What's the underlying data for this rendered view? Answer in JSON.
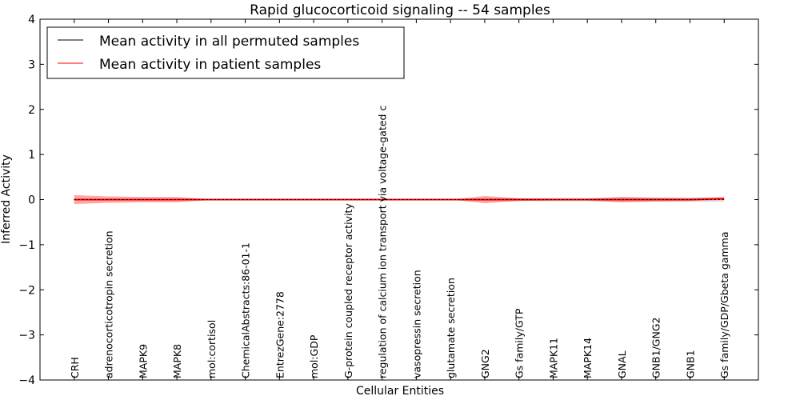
{
  "chart_data": {
    "type": "line",
    "title": "Rapid glucocorticoid signaling -- 54 samples",
    "xlabel": "Cellular Entities",
    "ylabel": "Inferred Activity",
    "ylim": [
      -4,
      4
    ],
    "xlim": [
      -1,
      20
    ],
    "yticks": [
      "−4",
      "−3",
      "−2",
      "−1",
      "0",
      "1",
      "2",
      "3",
      "4"
    ],
    "ytick_values": [
      -4,
      -3,
      -2,
      -1,
      0,
      1,
      2,
      3,
      4
    ],
    "grid": false,
    "legend_position": "top-left",
    "categories": [
      "CRH",
      "adrenocorticotropin secretion",
      "MAPK9",
      "MAPK8",
      "mol:cortisol",
      "ChemicalAbstracts:86-01-1",
      "EntrezGene:2778",
      "mol:GDP",
      "G-protein coupled receptor activity",
      "regulation of calcium ion transport via voltage-gated c",
      "vasopressin secretion",
      "glutamate secretion",
      "GNG2",
      "Gs family/GTP",
      "MAPK11",
      "MAPK14",
      "GNAL",
      "GNB1/GNG2",
      "GNB1",
      "Gs family/GDP/Gbeta gamma"
    ],
    "series": [
      {
        "name": "Mean activity in all permuted samples",
        "color": "#000000",
        "values": [
          0,
          0,
          0,
          0,
          0,
          0,
          0,
          0,
          0,
          0,
          0,
          0,
          0,
          0,
          0,
          0,
          0,
          0,
          0,
          0
        ],
        "spread": [
          0,
          0,
          0,
          0,
          0,
          0,
          0,
          0,
          0,
          0,
          0,
          0.01,
          0.03,
          0.03,
          0.04,
          0.04,
          0.05,
          0.05,
          0.05,
          0.05
        ]
      },
      {
        "name": "Mean activity in patient samples",
        "color": "#ff0000",
        "values": [
          0,
          0,
          0,
          0,
          0,
          0,
          0,
          0,
          0,
          0,
          0,
          0,
          0,
          0,
          0,
          0,
          0,
          0,
          0,
          0.02
        ],
        "spread": [
          0.1,
          0.07,
          0.06,
          0.06,
          0.01,
          0,
          0,
          0,
          0,
          0,
          0,
          0,
          0.08,
          0.03,
          0.02,
          0.02,
          0.06,
          0.04,
          0.03,
          0.03
        ]
      }
    ]
  }
}
